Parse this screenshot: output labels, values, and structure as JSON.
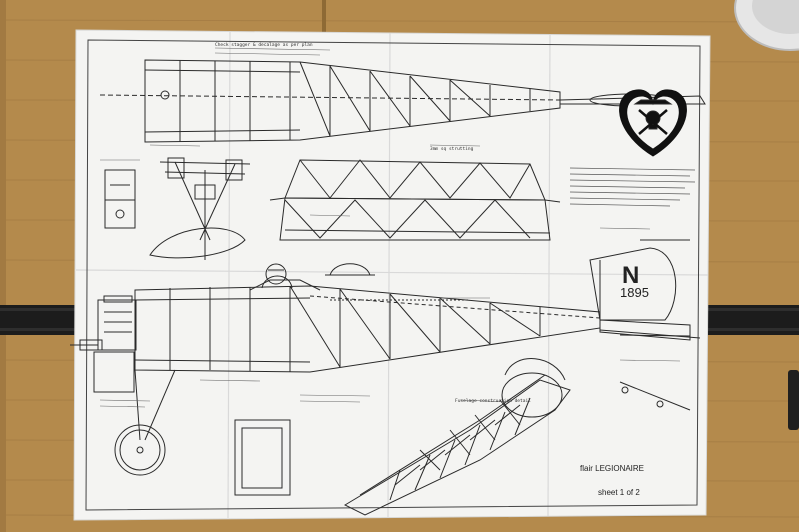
{
  "plan": {
    "model_name": "flair LEGIONAIRE",
    "sheet_label": "sheet 1 of 2",
    "tail_letter": "N",
    "tail_number": "1895",
    "notes": {
      "top_center": "Check stagger & decalage as per plan",
      "wing_note": "3mm sq strutting",
      "lower_note": "Fuselage construction detail"
    }
  },
  "colors": {
    "tatami": "#b48a4c",
    "tatami_dark": "#8e6a35",
    "binding": "#1c1c1c",
    "paper": "#f4f4f2",
    "ink": "#2a2a2a",
    "emblem": "#111111"
  },
  "icons": {
    "emblem": "skull-heart-emblem-icon"
  }
}
